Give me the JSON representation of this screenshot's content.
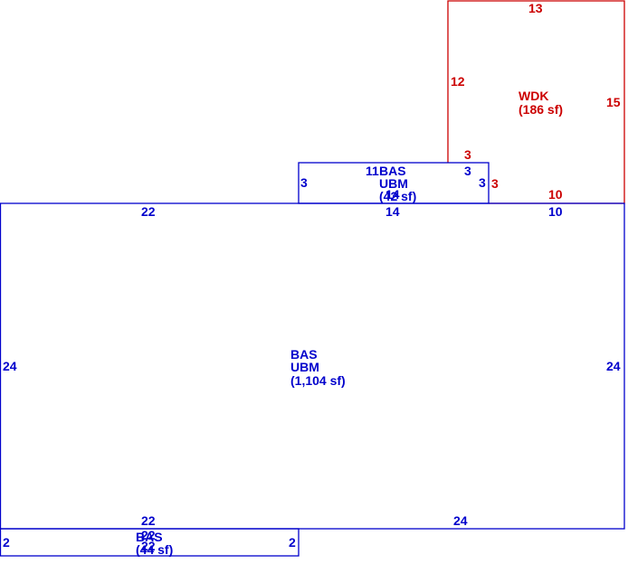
{
  "colors": {
    "blue": "#0000cc",
    "red": "#cc0000"
  },
  "main": {
    "name": "BAS",
    "sub": "UBM",
    "area": "(1,104 sf)",
    "dim_top_left": "22",
    "dim_top_mid": "14",
    "dim_top_right": "10",
    "dim_left": "24",
    "dim_right": "24",
    "dim_bottom_left": "22",
    "dim_bottom_right": "24"
  },
  "top_bump": {
    "name": "BAS",
    "sub": "UBM",
    "area": "(42 sf)",
    "area_overlap": "14",
    "dim_top_left": "11",
    "dim_top_right": "3",
    "dim_left": "3",
    "dim_right": "3"
  },
  "wdk": {
    "name": "WDK",
    "area": "(186 sf)",
    "dim_top": "13",
    "dim_left": "12",
    "dim_right": "15",
    "dim_bottom": "10",
    "dim_inner": "3",
    "dim_step": "3"
  },
  "bottom_strip": {
    "name": "BAS",
    "name_overlap": "22",
    "area": "(44 sf)",
    "area_overlap": "22",
    "dim_left": "2",
    "dim_right": "2"
  }
}
